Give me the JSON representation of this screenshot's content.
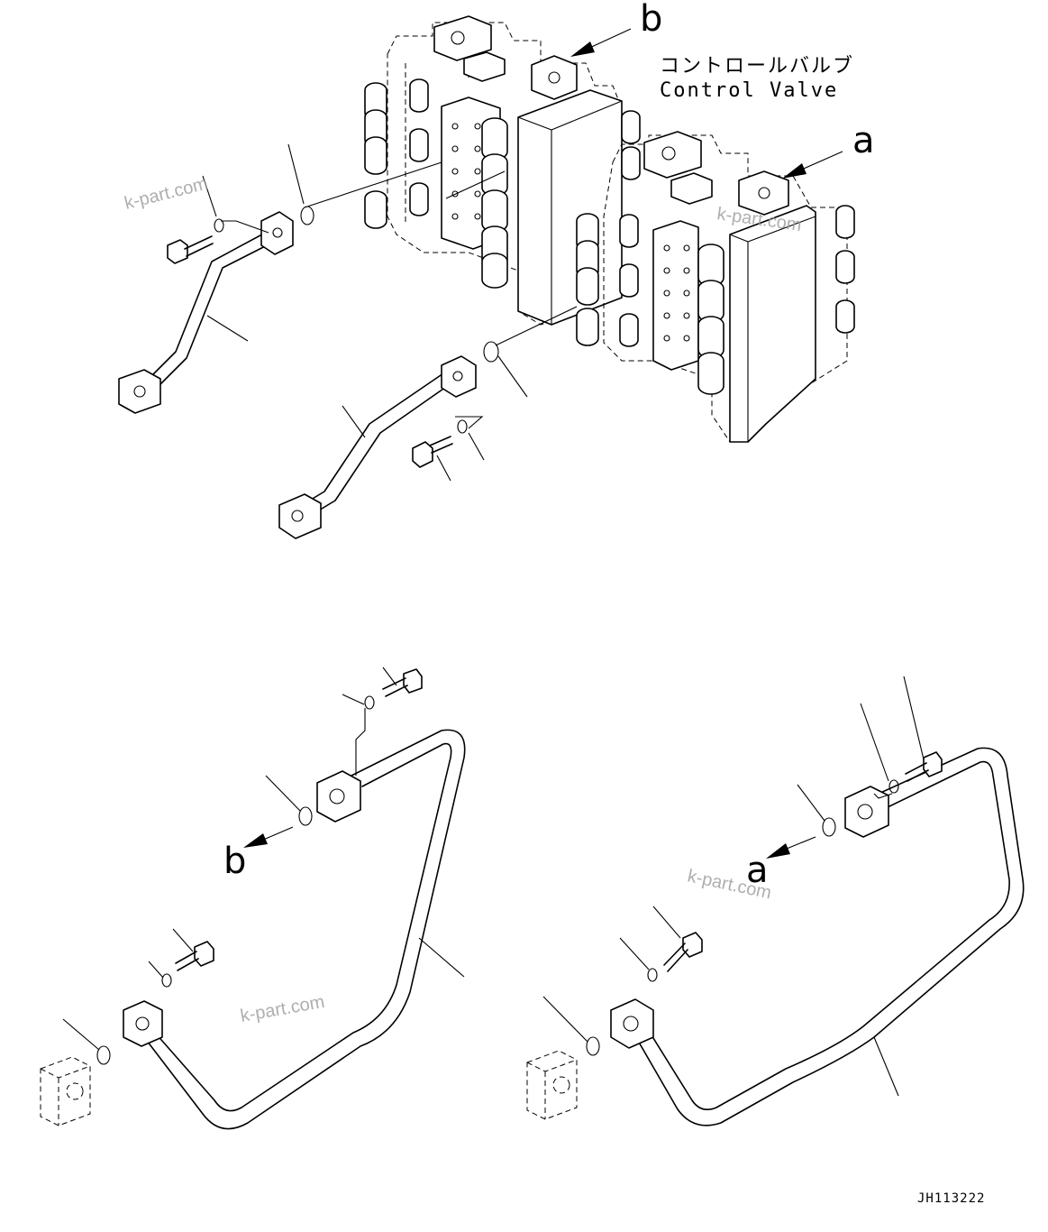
{
  "labels": {
    "valve_jp": "コントロールバルブ",
    "valve_en": "Control Valve",
    "ref_b_top": "b",
    "ref_a_top": "a",
    "ref_b_bottom": "b",
    "ref_a_bottom": "a",
    "drawing_code": "JH113222"
  },
  "watermarks": {
    "w1": "k-part.com",
    "w2": "k-part.com",
    "w3": "k-part.com",
    "w4": "k-part.com"
  }
}
